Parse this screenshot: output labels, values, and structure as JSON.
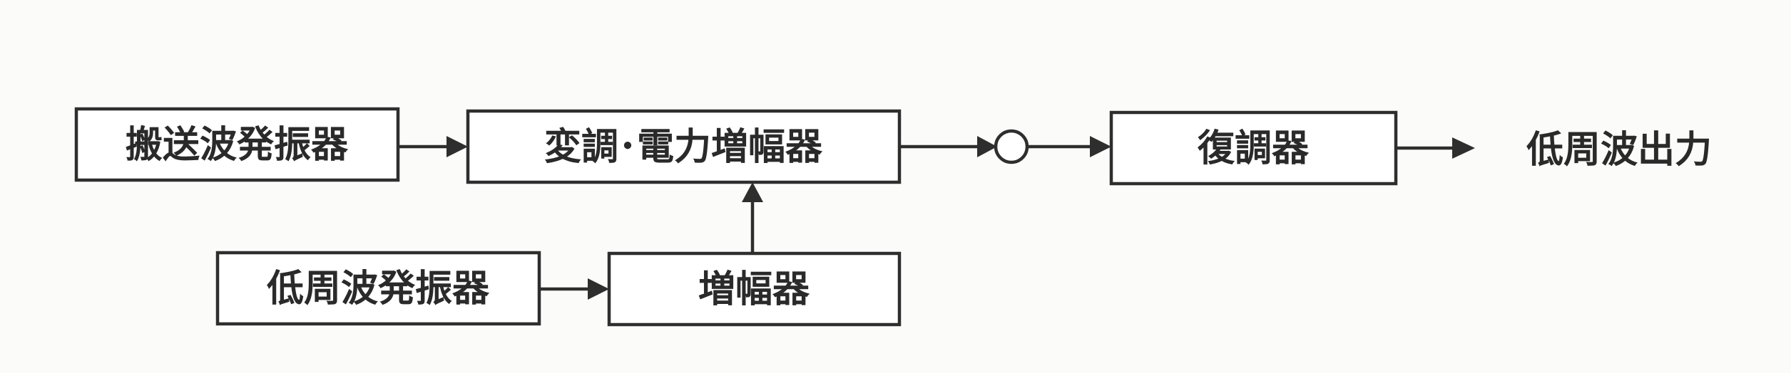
{
  "blocks": {
    "carrier_oscillator": "搬送波発振器",
    "modulator_power_amp": "変調･電力増幅器",
    "lf_oscillator": "低周波発振器",
    "amplifier": "増幅器",
    "demodulator": "復調器"
  },
  "output_label": "低周波出力",
  "colors": {
    "line": "#2e2e2e",
    "background": "#fbfbf9"
  }
}
